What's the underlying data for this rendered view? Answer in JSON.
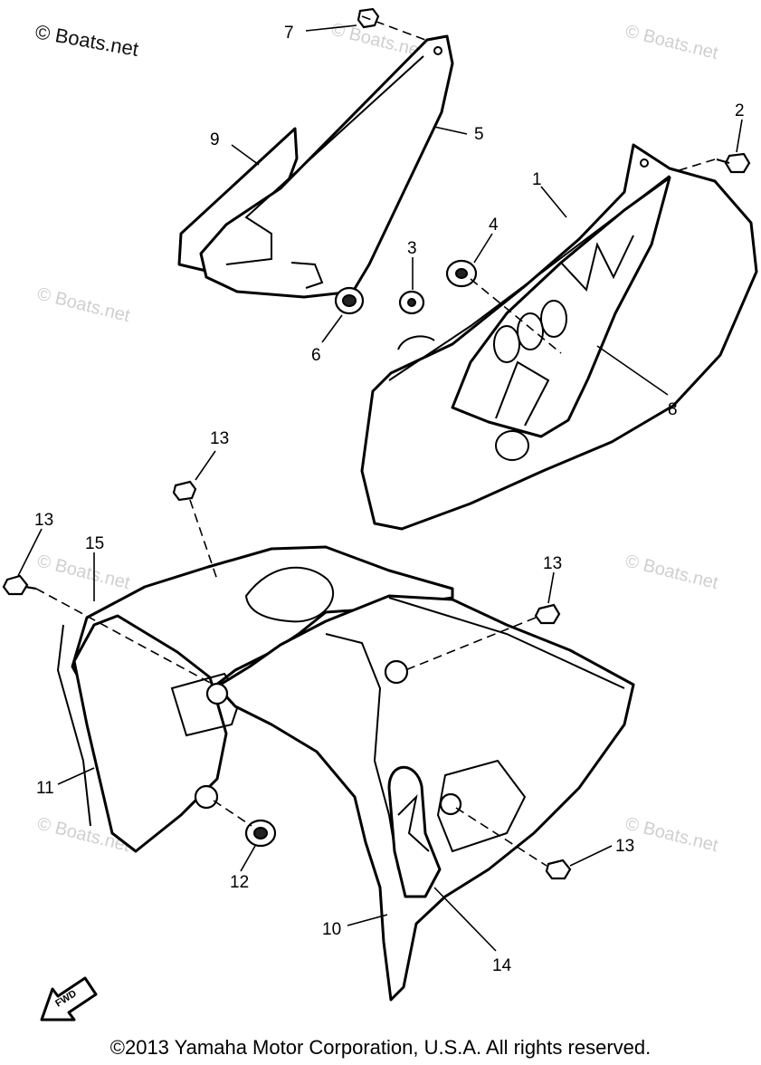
{
  "watermark": "© Boats.net",
  "fwd_label": "FWD",
  "copyright": "©2013 Yamaha Motor Corporation, U.S.A. All rights reserved.",
  "callouts": [
    {
      "id": "7",
      "label": "7"
    },
    {
      "id": "9",
      "label": "9"
    },
    {
      "id": "5",
      "label": "5"
    },
    {
      "id": "2",
      "label": "2"
    },
    {
      "id": "1",
      "label": "1"
    },
    {
      "id": "4",
      "label": "4"
    },
    {
      "id": "3",
      "label": "3"
    },
    {
      "id": "6",
      "label": "6"
    },
    {
      "id": "8",
      "label": "8"
    },
    {
      "id": "13a",
      "label": "13"
    },
    {
      "id": "13b",
      "label": "13"
    },
    {
      "id": "15",
      "label": "15"
    },
    {
      "id": "13c",
      "label": "13"
    },
    {
      "id": "11",
      "label": "11"
    },
    {
      "id": "12",
      "label": "12"
    },
    {
      "id": "13d",
      "label": "13"
    },
    {
      "id": "10",
      "label": "10"
    },
    {
      "id": "14",
      "label": "14"
    }
  ]
}
